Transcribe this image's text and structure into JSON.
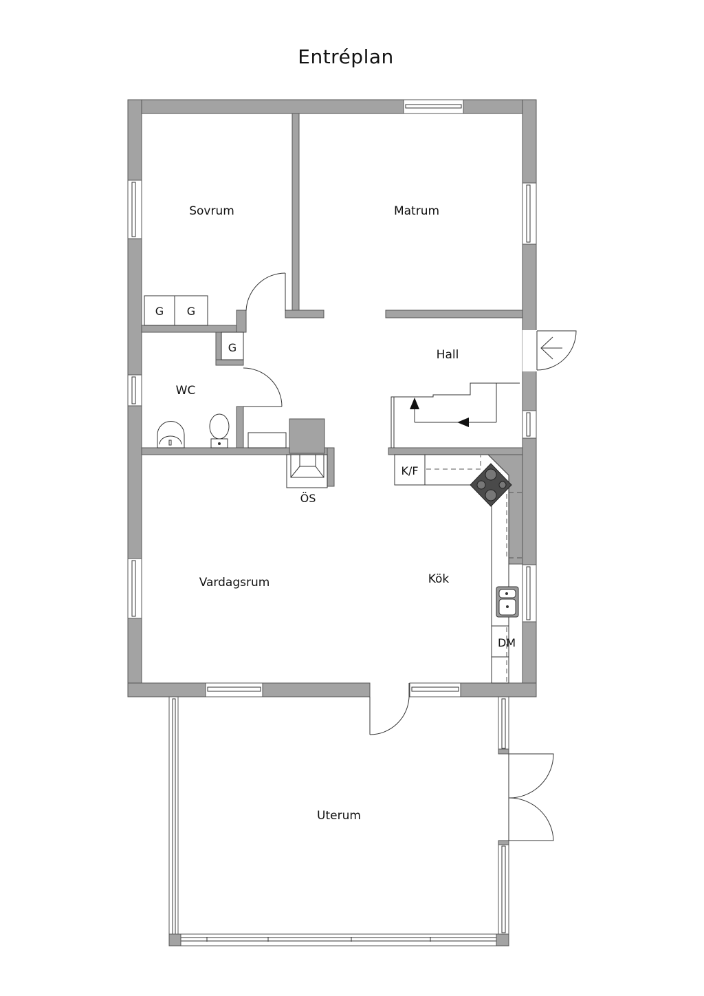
{
  "title": "Entréplan",
  "rooms": {
    "sovrum": "Sovrum",
    "matrum": "Matrum",
    "hall": "Hall",
    "wc": "WC",
    "vardagsrum": "Vardagsrum",
    "kok": "Kök",
    "uterum": "Uterum"
  },
  "fixtures": {
    "garderob_1": "G",
    "garderob_2": "G",
    "garderob_3": "G",
    "oppen_spis": "ÖS",
    "kyl_frys": "K/F",
    "diskmaskin": "DM"
  },
  "colors": {
    "wall": "#a3a3a3",
    "outline": "#555555",
    "background": "#ffffff",
    "stove": "#4a4a4a"
  }
}
